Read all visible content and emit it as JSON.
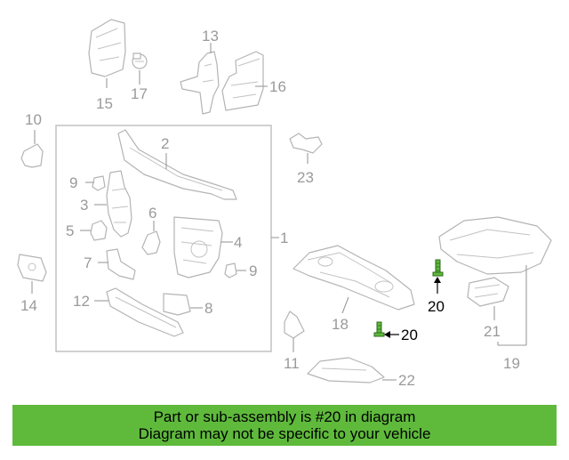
{
  "callouts": {
    "c1": "1",
    "c2": "2",
    "c3": "3",
    "c4": "4",
    "c5": "5",
    "c6": "6",
    "c7": "7",
    "c8": "8",
    "c9a": "9",
    "c9b": "9",
    "c10": "10",
    "c11": "11",
    "c12": "12",
    "c13": "13",
    "c14": "14",
    "c15": "15",
    "c16": "16",
    "c17": "17",
    "c18": "18",
    "c19": "19",
    "c20a": "20",
    "c20b": "20",
    "c21": "21",
    "c22": "22",
    "c23": "23"
  },
  "colors": {
    "banner": "#5fba3c",
    "highlight_part": "#5fba3c",
    "callout_text": "#9a9a9a",
    "highlight_text": "#000000"
  },
  "banner": {
    "line1": "Part or sub-assembly is #20 in diagram",
    "line2": "Diagram may not be specific to your vehicle"
  }
}
